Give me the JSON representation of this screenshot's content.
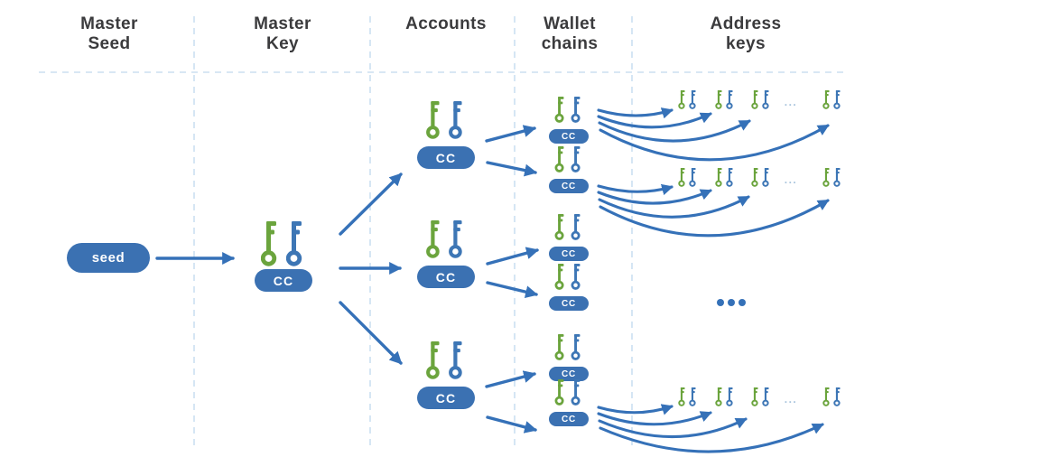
{
  "columns": [
    {
      "label": "Master\nSeed"
    },
    {
      "label": "Master\nKey"
    },
    {
      "label": "Accounts"
    },
    {
      "label": "Wallet\nchains"
    },
    {
      "label": "Address\nkeys"
    }
  ],
  "nodes": {
    "seed_label": "seed",
    "chain_code_label": "CC",
    "more_addresses_ellipsis": "...",
    "more_chains_ellipsis": "..."
  },
  "icons": {
    "green_key": "key-icon-green",
    "blue_key": "key-icon-blue"
  },
  "colors": {
    "key_green": "#6BA43D",
    "key_blue": "#3D76B5",
    "pill_blue": "#3B71B2",
    "arrow_blue": "#3571B8",
    "dashed_line": "#CBDFF1",
    "heading_text": "#3B3B3D",
    "small_ellipsis": "#A7C3DC",
    "background": "#FFFFFF"
  },
  "structure": {
    "accounts_shown": 3,
    "wallet_chains_per_account": 2,
    "address_keypairs_shown_per_chain": 4,
    "chains_fanning_to_addresses": 3
  }
}
